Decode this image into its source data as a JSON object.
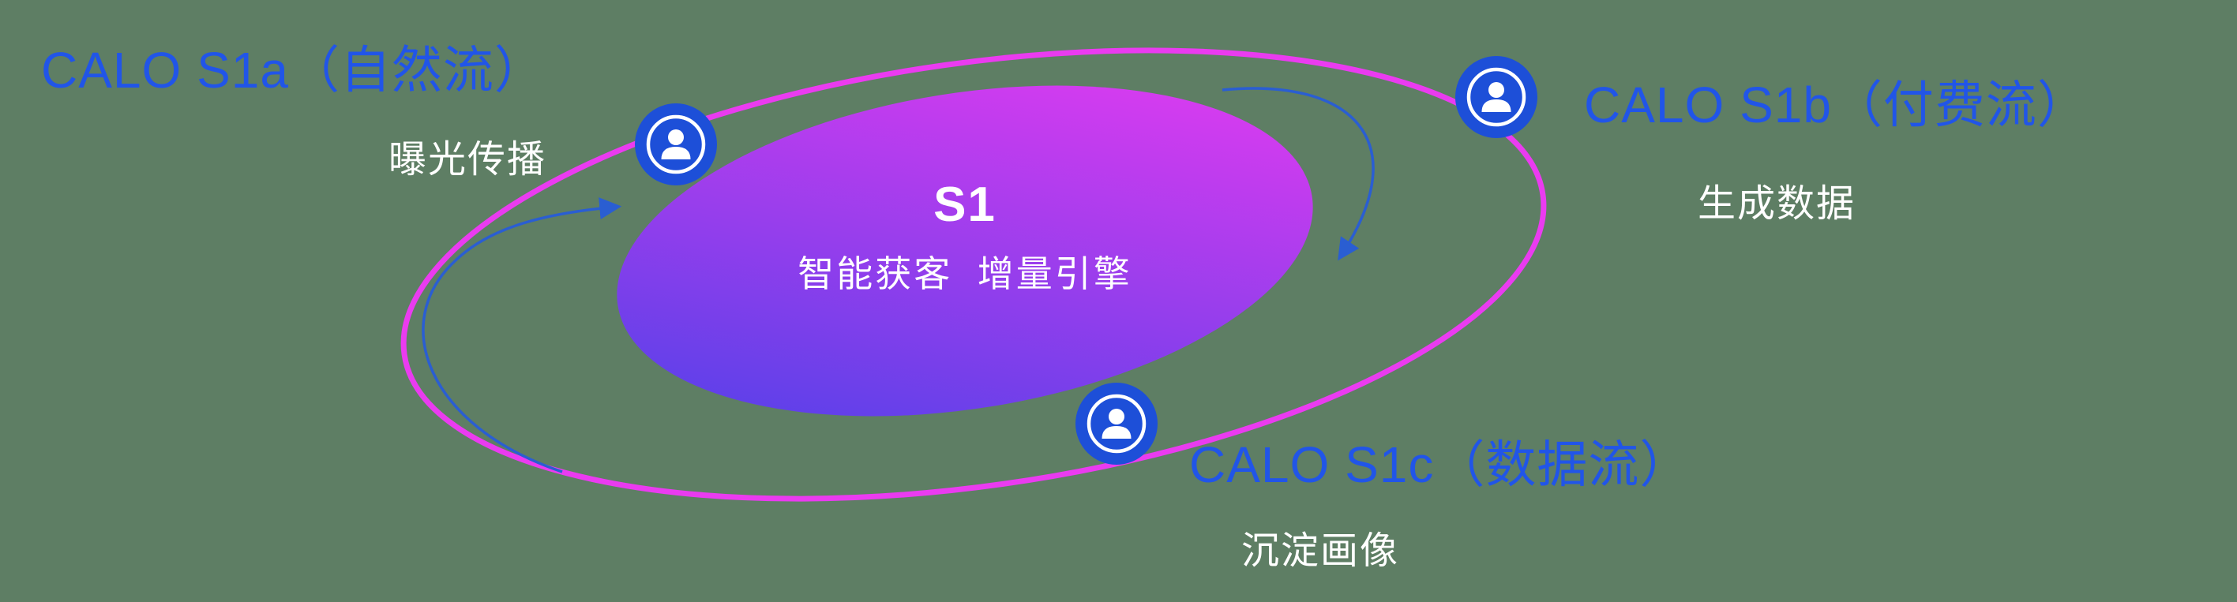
{
  "colors": {
    "background": "#5e7e64",
    "accent_blue": "#2155e8",
    "ring_magenta": "#ea3bf0",
    "gradient_start": "#4a41e8",
    "gradient_end": "#e03bf0",
    "arrow_blue": "#2a5ed2",
    "icon_blue": "#1d4fd8"
  },
  "center": {
    "title": "S1",
    "subtitle": "智能获客  增量引擎"
  },
  "nodes": {
    "s1a": {
      "label": "CALO S1a（自然流）",
      "sublabel": "曝光传播",
      "icon": "user-icon"
    },
    "s1b": {
      "label": "CALO S1b（付费流）",
      "sublabel": "生成数据",
      "icon": "user-icon"
    },
    "s1c": {
      "label": "CALO S1c（数据流）",
      "sublabel": "沉淀画像",
      "icon": "user-icon"
    }
  }
}
